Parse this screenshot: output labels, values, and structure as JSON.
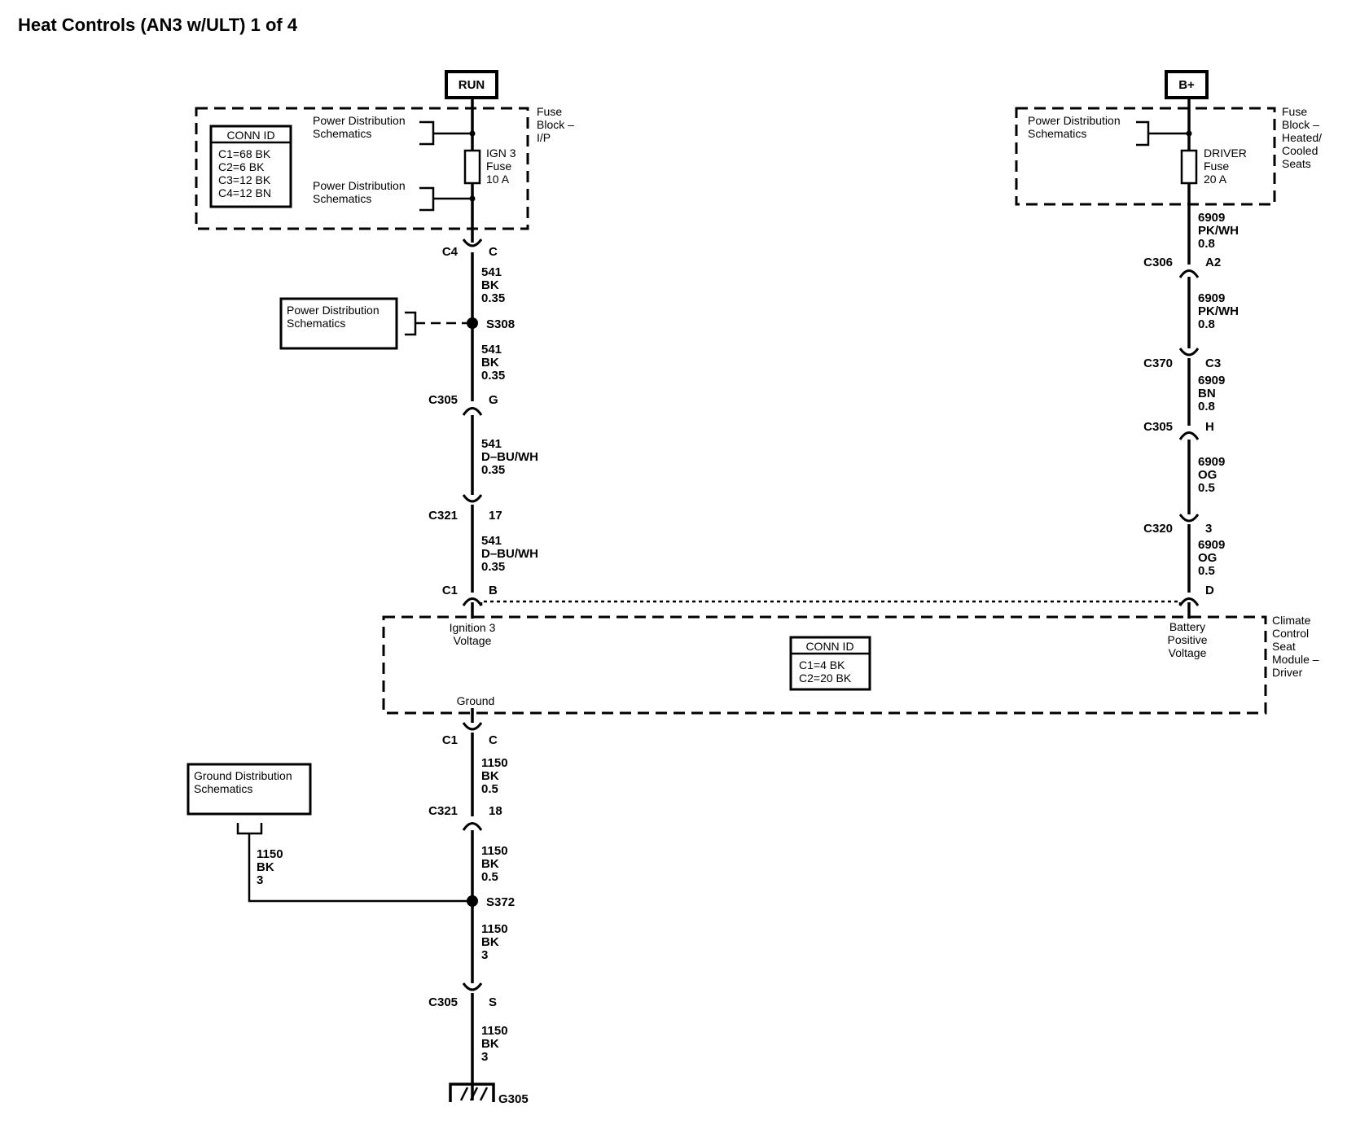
{
  "title": "Heat Controls (AN3 w/ULT) 1 of 4",
  "power_sources": {
    "run": "RUN",
    "bplus": "B+"
  },
  "fuse_block_ip": {
    "label_lines": [
      "Fuse",
      "Block –",
      "I/P"
    ],
    "conn_id": {
      "header": "CONN ID",
      "lines": [
        "C1=68 BK",
        "C2=6 BK",
        "C3=12 BK",
        "C4=12 BN"
      ]
    },
    "pds_top": [
      "Power Distribution",
      "Schematics"
    ],
    "pds_bottom": [
      "Power Distribution",
      "Schematics"
    ],
    "fuse_lines": [
      "IGN 3",
      "Fuse",
      "10 A"
    ]
  },
  "fuse_block_seats": {
    "label_lines": [
      "Fuse",
      "Block –",
      "Heated/",
      "Cooled",
      "Seats"
    ],
    "pds": [
      "Power Distribution",
      "Schematics"
    ],
    "fuse_lines": [
      "DRIVER",
      "Fuse",
      "20 A"
    ]
  },
  "pds_s308": [
    "Power Distribution",
    "Schematics"
  ],
  "gds": [
    "Ground Distribution",
    "Schematics"
  ],
  "left_circuit": {
    "conn_c4": {
      "left": "C4",
      "right": "C"
    },
    "wire1": [
      "541",
      "BK",
      "0.35"
    ],
    "splice_s308": "S308",
    "wire2": [
      "541",
      "BK",
      "0.35"
    ],
    "conn_c305_g": {
      "left": "C305",
      "right": "G"
    },
    "wire3": [
      "541",
      "D–BU/WH",
      "0.35"
    ],
    "conn_c321_17": {
      "left": "C321",
      "right": "17"
    },
    "wire4": [
      "541",
      "D–BU/WH",
      "0.35"
    ],
    "conn_c1_b": {
      "left": "C1",
      "right": "B"
    }
  },
  "right_circuit": {
    "wire1": [
      "6909",
      "PK/WH",
      "0.8"
    ],
    "conn_c306": {
      "left": "C306",
      "right": "A2"
    },
    "wire2": [
      "6909",
      "PK/WH",
      "0.8"
    ],
    "conn_c370": {
      "left": "C370",
      "right": "C3"
    },
    "wire3": [
      "6909",
      "BN",
      "0.8"
    ],
    "conn_c305_h": {
      "left": "C305",
      "right": "H"
    },
    "wire4": [
      "6909",
      "OG",
      "0.5"
    ],
    "conn_c320": {
      "left": "C320",
      "right": "3"
    },
    "wire5": [
      "6909",
      "OG",
      "0.5"
    ],
    "conn_d": "D"
  },
  "module": {
    "label_lines": [
      "Climate",
      "Control",
      "Seat",
      "Module –",
      "Driver"
    ],
    "ignition_lines": [
      "Ignition 3",
      "Voltage"
    ],
    "battery_lines": [
      "Battery",
      "Positive",
      "Voltage"
    ],
    "ground": "Ground",
    "conn_id": {
      "header": "CONN ID",
      "lines": [
        "C1=4 BK",
        "C2=20 BK"
      ]
    }
  },
  "ground_circuit": {
    "conn_c1_c": {
      "left": "C1",
      "right": "C"
    },
    "wire1": [
      "1150",
      "BK",
      "0.5"
    ],
    "conn_c321_18": {
      "left": "C321",
      "right": "18"
    },
    "wire2": [
      "1150",
      "BK",
      "0.5"
    ],
    "gds_wire": [
      "1150",
      "BK",
      "3"
    ],
    "splice_s372": "S372",
    "wire3": [
      "1150",
      "BK",
      "3"
    ],
    "conn_c305_s": {
      "left": "C305",
      "right": "S"
    },
    "wire4": [
      "1150",
      "BK",
      "3"
    ],
    "ground_g305": "G305"
  }
}
